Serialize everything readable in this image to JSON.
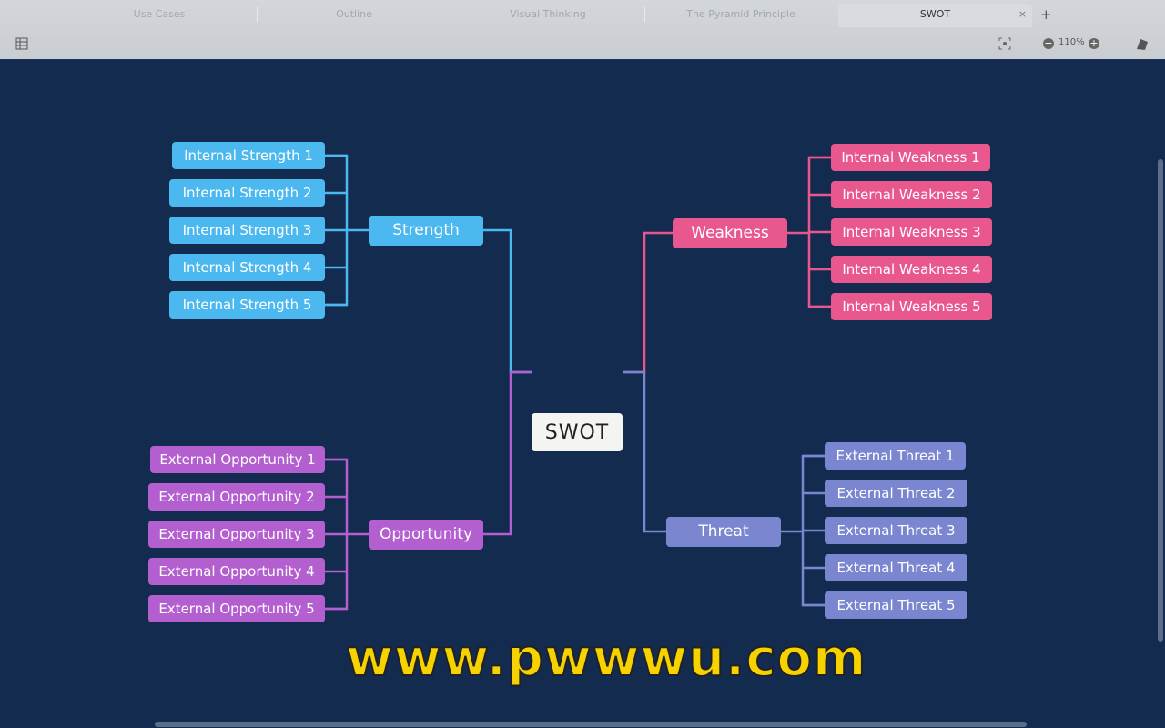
{
  "tabs": [
    {
      "label": "Use Cases"
    },
    {
      "label": "Outline"
    },
    {
      "label": "Visual Thinking"
    },
    {
      "label": "The Pyramid Principle"
    },
    {
      "label": "SWOT",
      "active": true
    }
  ],
  "toolbar": {
    "new_tab": "+",
    "close": "×",
    "zoom": "110%",
    "zoom_out": "−",
    "zoom_in": "+"
  },
  "root": "SWOT",
  "branches": [
    {
      "key": "strength",
      "label": "Strength",
      "color": "#4cb8f0",
      "children": [
        "Internal Strength 1",
        "Internal Strength 2",
        "Internal Strength 3",
        "Internal Strength 4",
        "Internal Strength 5"
      ]
    },
    {
      "key": "weakness",
      "label": "Weakness",
      "color": "#e8588f",
      "children": [
        "Internal Weakness 1",
        "Internal Weakness 2",
        "Internal Weakness 3",
        "Internal Weakness 4",
        "Internal Weakness 5"
      ]
    },
    {
      "key": "opportunity",
      "label": "Opportunity",
      "color": "#b35fcf",
      "children": [
        "External Opportunity 1",
        "External Opportunity 2",
        "External Opportunity 3",
        "External Opportunity 4",
        "External Opportunity 5"
      ]
    },
    {
      "key": "threat",
      "label": "Threat",
      "color": "#7a86cf",
      "children": [
        "External Threat 1",
        "External Threat 2",
        "External Threat 3",
        "External Threat 4",
        "External Threat 5"
      ]
    }
  ],
  "watermark": "www.pwwwu.com"
}
